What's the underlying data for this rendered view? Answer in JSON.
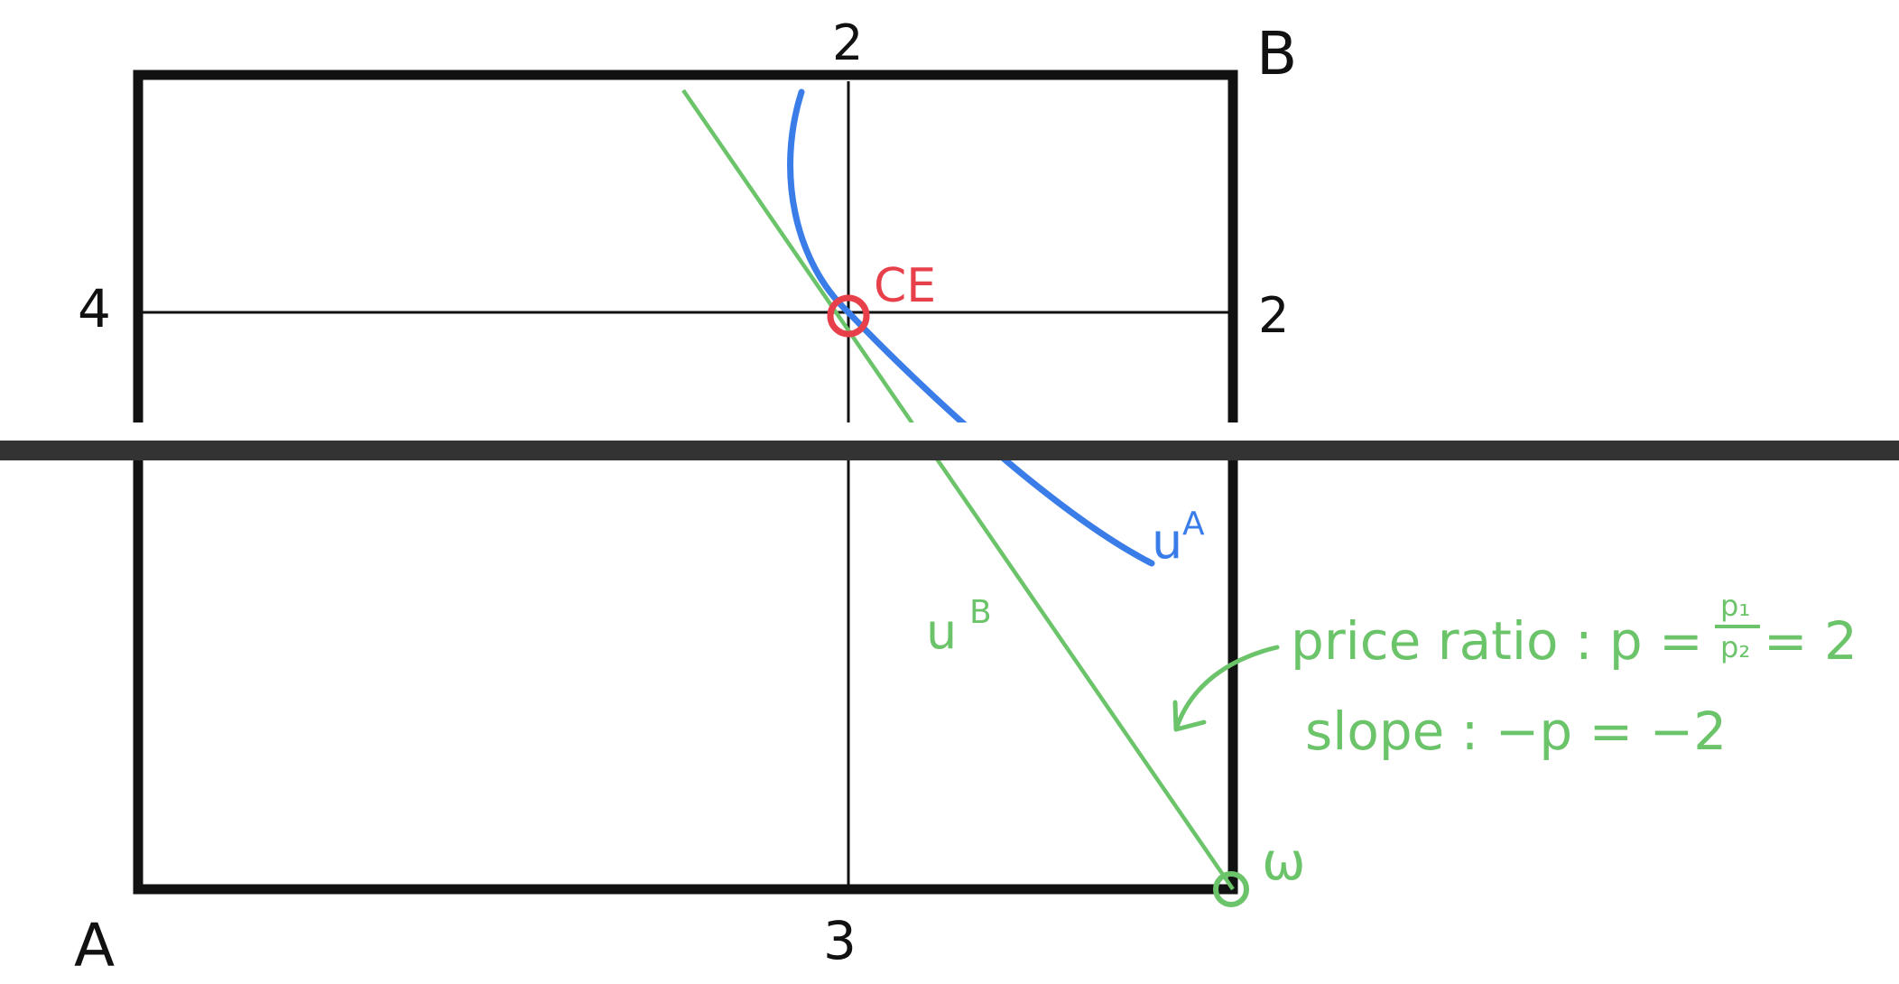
{
  "colors": {
    "box": "#111111",
    "guide": "#111111",
    "budget_line": "#6cc46a",
    "indifference_curve": "#3a7de8",
    "equilibrium": "#e8404a",
    "endowment": "#6cc46a",
    "separator": "#333333"
  },
  "labels": {
    "origin_a": "A",
    "origin_b": "B",
    "a_good1_tick": "3",
    "a_good2_tick": "4",
    "b_good1_tick": "2",
    "b_good2_tick": "2",
    "competitive_equilibrium": "CE",
    "utility_a": "u",
    "utility_a_sup": "A",
    "utility_b": "u",
    "utility_b_sup": "B",
    "endowment": "ω",
    "price_ratio": "price ratio : p =",
    "price_num": "p₁",
    "price_den": "p₂",
    "price_value": "= 2",
    "slope": "slope :  −p = −2"
  }
}
